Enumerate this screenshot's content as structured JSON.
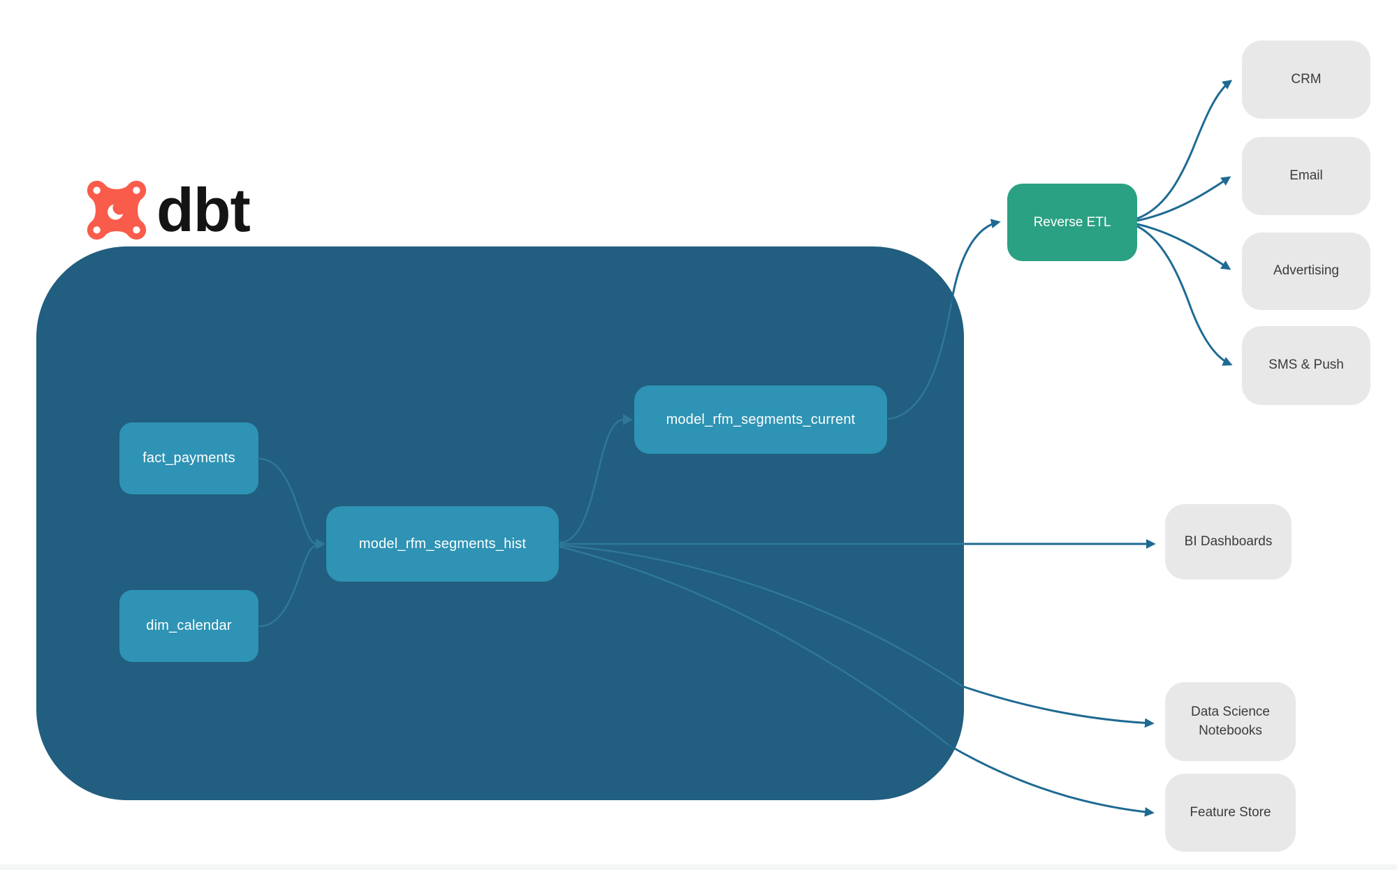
{
  "logo": {
    "brand": "dbt"
  },
  "colors": {
    "container_fill": "#215E7F",
    "model_node_fill": "#2E93B4",
    "reverse_etl_fill": "#2BA183",
    "destination_fill": "#E8E8E8",
    "edge_stroke_outside": "#1E6A92",
    "edge_stroke_inside": "#2F7896",
    "logo_orange": "#F95C4B",
    "model_text": "#FFFFFF",
    "destination_text": "#3B3B3B"
  },
  "dbt_project": {
    "models": [
      {
        "id": "fact_payments",
        "label": "fact_payments"
      },
      {
        "id": "dim_calendar",
        "label": "dim_calendar"
      },
      {
        "id": "model_rfm_segments_hist",
        "label": "model_rfm_segments_hist"
      },
      {
        "id": "model_rfm_segments_current",
        "label": "model_rfm_segments_current"
      }
    ]
  },
  "activation": {
    "reverse_etl": {
      "label": "Reverse ETL"
    },
    "channels": [
      {
        "label": "CRM"
      },
      {
        "label": "Email"
      },
      {
        "label": "Advertising"
      },
      {
        "label": "SMS & Push"
      }
    ]
  },
  "analytics_destinations": [
    {
      "label": "BI Dashboards"
    },
    {
      "label": "Data Science Notebooks"
    },
    {
      "label": "Feature Store"
    }
  ],
  "edges": [
    {
      "from": "fact_payments",
      "to": "model_rfm_segments_hist"
    },
    {
      "from": "dim_calendar",
      "to": "model_rfm_segments_hist"
    },
    {
      "from": "model_rfm_segments_hist",
      "to": "model_rfm_segments_current"
    },
    {
      "from": "model_rfm_segments_current",
      "to": "Reverse ETL"
    },
    {
      "from": "model_rfm_segments_hist",
      "to": "BI Dashboards"
    },
    {
      "from": "model_rfm_segments_hist",
      "to": "Data Science Notebooks"
    },
    {
      "from": "model_rfm_segments_hist",
      "to": "Feature Store"
    },
    {
      "from": "Reverse ETL",
      "to": "CRM"
    },
    {
      "from": "Reverse ETL",
      "to": "Email"
    },
    {
      "from": "Reverse ETL",
      "to": "Advertising"
    },
    {
      "from": "Reverse ETL",
      "to": "SMS & Push"
    }
  ]
}
